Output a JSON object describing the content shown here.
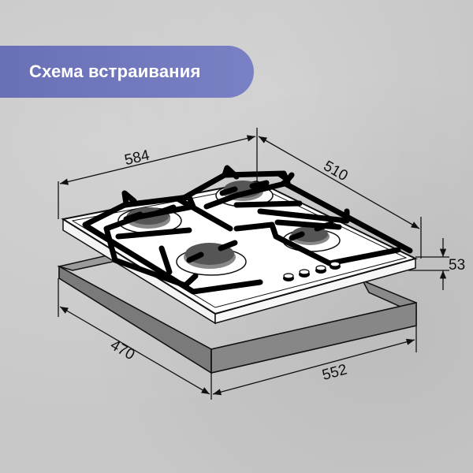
{
  "banner": {
    "title": "Схема встраивания",
    "color": "#7076bd"
  },
  "diagram": {
    "subject": "4-burner gas hob built-in scheme",
    "hob_dimensions": {
      "width": "584",
      "depth": "510",
      "height": "53"
    },
    "cutout_dimensions": {
      "depth": "470",
      "width": "552"
    },
    "burners": 4,
    "control_knobs": 4,
    "colors": {
      "background": "#c8c8c8",
      "hob_surface": "#ffffff",
      "grate": "#000000",
      "burner_cap": "#555555",
      "cutout_frame": "#8a8a8a"
    }
  }
}
